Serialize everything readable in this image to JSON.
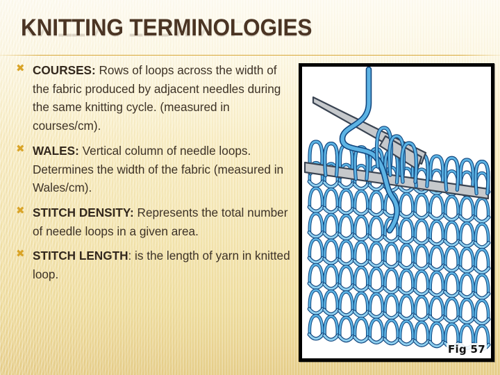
{
  "slide": {
    "title": "Knitting Terminologies",
    "accent_gold": "#d6a330",
    "bullet_color": "#d9a428",
    "title_color": "#4b3524",
    "text_color": "#3d3226",
    "background_top": "#fbf4d8",
    "background_bottom": "#e4ca80"
  },
  "bullets": [
    {
      "marker": "✖",
      "term": "COURSES:",
      "body": " Rows of loops across the width of the fabric produced by adjacent needles during the same knitting cycle. (measured in courses/cm)."
    },
    {
      "marker": "✖",
      "term": "WALES:",
      "body": " Vertical column of needle loops. Determines the width of the fabric (measured in Wales/cm)."
    },
    {
      "marker": "✖",
      "term": "STITCH DENSITY:",
      "body": " Represents the total number of needle loops in a given area."
    },
    {
      "marker": "✖",
      "term": "STITCH LENGTH",
      "body": ": is the length of yarn in knitted loop."
    }
  ],
  "figure": {
    "caption": "Fig 57",
    "alt": "Illustration of weft knitted fabric on knitting needles showing courses and wales",
    "yarn_fill": "#5cb3e4",
    "yarn_fill_light": "#8fd0f0",
    "yarn_outline": "#11467e",
    "needle_fill": "#c6c9cc",
    "needle_outline": "#3a4452",
    "paper": "#ffffff",
    "frame": "#000000"
  }
}
